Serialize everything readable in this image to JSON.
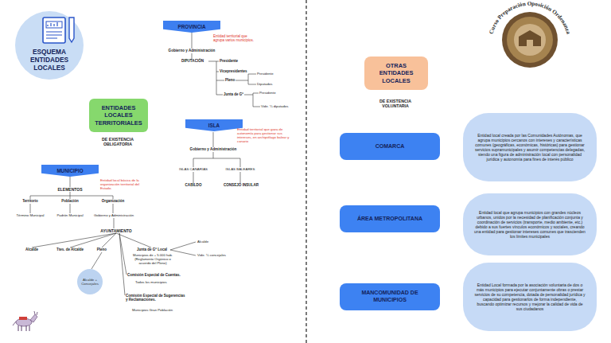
{
  "diagram": {
    "nodes": [
      {
        "text": [
          "ESQUEMA ENTIDADES LOCALES"
        ]
      },
      {
        "text": [
          "PROVINCIA"
        ]
      },
      {
        "text": [
          "ENTIDADES LOCALES TERRITORIALES"
        ]
      },
      {
        "text": [
          "ISLA"
        ]
      },
      {
        "text": [
          "MUNICIPIO"
        ]
      },
      {
        "text": [
          "Alcalde + Concejales"
        ]
      },
      {
        "text": [
          "OTRAS ENTIDADES LOCALES"
        ]
      },
      {
        "text": [
          "COMARCA"
        ]
      },
      {
        "text": [
          "Entidad local creada por las Comunidades Autónomas, que agrupa municipios cercanos con intereses y características comunes (geográficas, económicas, históricas) para gestionar servicios supramunicipales y asumir competencias delegadas, siendo una figura de administración local con personalidad jurídica y autonomía para fines de interés público"
        ]
      },
      {
        "text": [
          "ÁREA METROPOLITANA"
        ]
      },
      {
        "text": [
          "Entidad local que agrupa municipios con grandes núcleos urbanos, unidos por la necesidad de planificación conjunta y coordinación de servicios (transporte, medio ambiente, etc.) debido a sus fuertes vínculos económicos y sociales, creando una entidad para gestionar intereses comunes que trascienden los límites municipales"
        ]
      },
      {
        "text": [
          "MANCOMUNIDAD DE MUNICIPIOS"
        ]
      },
      {
        "text": [
          "Entidad Local formada por la asociación voluntaria de dos o más municipios para ejecutar conjuntamente obras o prestar servicios de su competencia, dotada de personalidad jurídica y capacidad para gestionarlos de forma independiente, buscando optimizar recursos y mejorar la calidad de vida de sus ciudadanos"
        ]
      }
    ],
    "labels": [
      "Entidad territorial que agrupa varios municipios.",
      "Gobierno y Administración",
      "DIPUTACIÓN",
      "Presidente",
      "Vicepresidentes",
      "Pleno",
      "Presidente",
      "Diputados",
      "Junta de Gº",
      "Presidente",
      "Vide. ⅓ diputados",
      "DE EXISTENCIA OBLIGATORIA",
      "Entidad territorial que goza de autonomía para gestionar sus intereses, en archipiélago balear y canario",
      "Gobierno y Administración",
      "ISLAS CANARIAS",
      "ISLAS BALEARES",
      "CABILDO",
      "CONSEJO INSULAR",
      "Entidad local básica de la organización territorial del Estado.",
      "ELEMENTOS",
      "Territorio",
      "Población",
      "Organización",
      "Término Municipal",
      "Padrón Municipal",
      "Gobierno y Administración",
      "AYUNTAMIENTO",
      "Alcalde",
      "Ttes. de Alcalde",
      "Pleno",
      "Junta de Gº Local",
      "Alcalde",
      "Municipios de + 5.000 hab. (Reglamento Orgánico o acuerdo del Pleno)",
      "Vide. ⅓ concejales",
      "Comisión Especial de Cuentas.",
      "Todos los municipios",
      "Comisión Especial de Sugerencias y Reclamaciones.",
      "Municipios Gran Población",
      "Curso Preparación Oposición Ordenanza",
      "DE EXISTENCIA VOLUNTARIA"
    ]
  }
}
